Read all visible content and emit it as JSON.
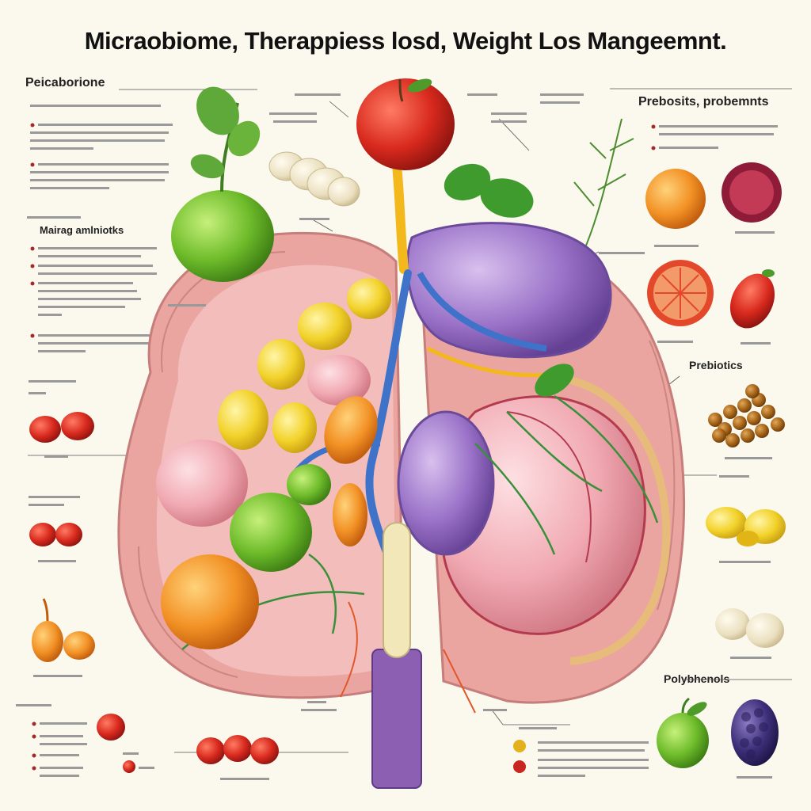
{
  "title": "Micraobiome, Therappiess losd, Weight Los Mangeemnt.",
  "sections": {
    "left_top": "Peicaborione",
    "left_mid": "Mairag amlniotks",
    "right_top": "Prebosits, probemnts",
    "right_mid": "Prebiotics",
    "right_bottom": "Polybhenols"
  }
}
